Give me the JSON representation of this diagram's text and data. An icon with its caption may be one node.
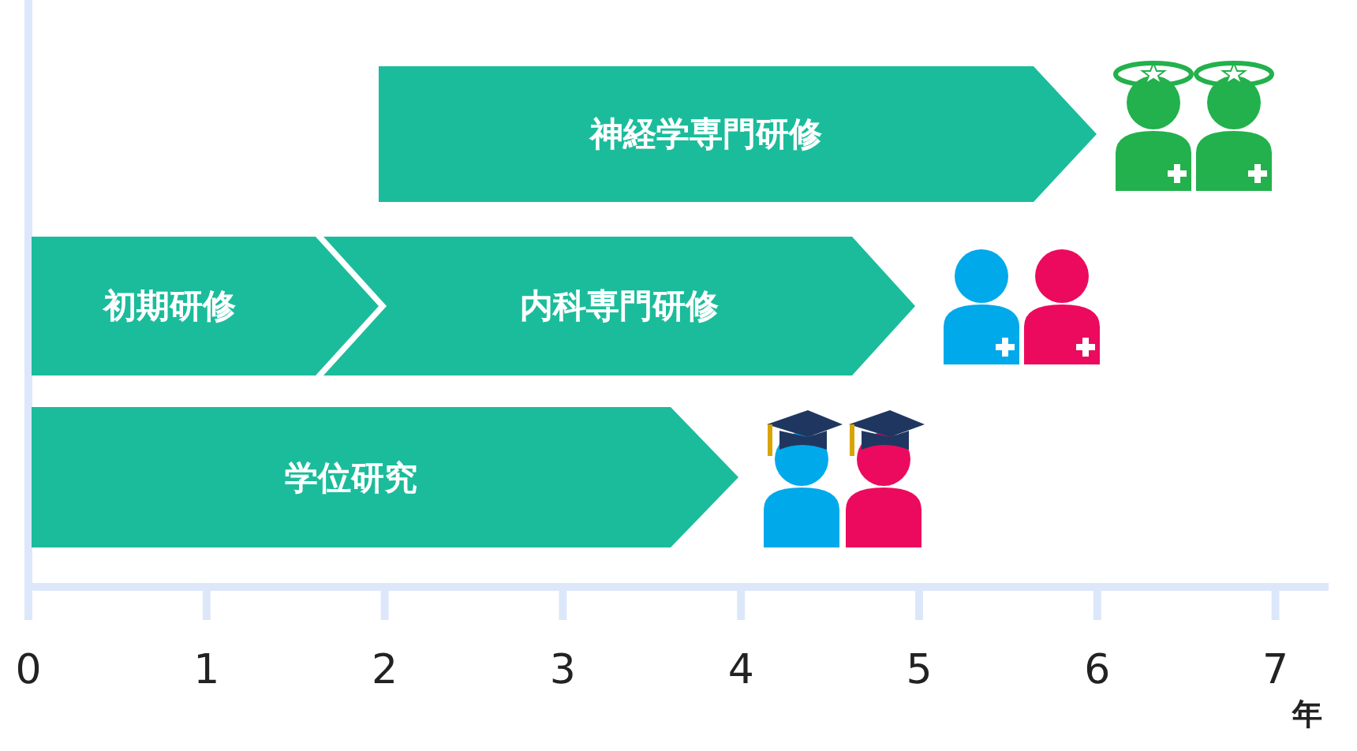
{
  "diagram": {
    "nodes": [
      {
        "text": [
          "神経学専門研修"
        ]
      },
      {
        "text": [
          "初期研修"
        ]
      },
      {
        "text": [
          "内科専門研修"
        ]
      },
      {
        "text": [
          "学位研究"
        ]
      }
    ],
    "labels": [
      "0",
      "1",
      "2",
      "3",
      "4",
      "5",
      "6",
      "7",
      "年"
    ]
  }
}
